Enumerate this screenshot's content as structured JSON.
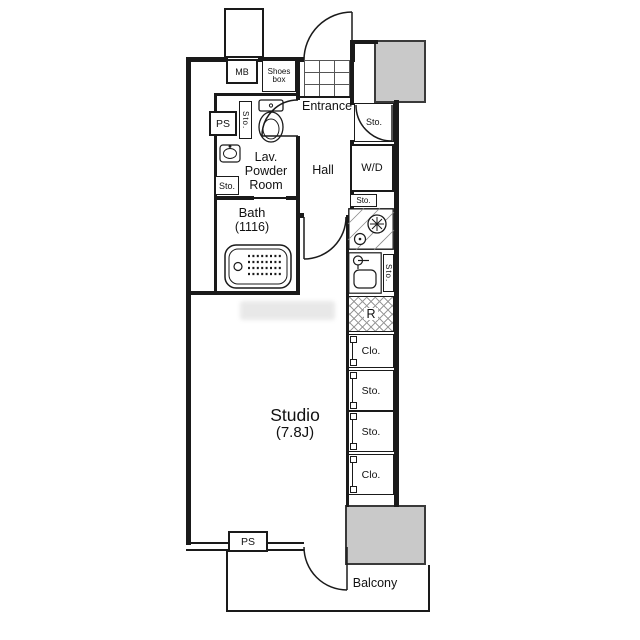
{
  "colors": {
    "wall": "#1a1a1a",
    "shaded_area": "#c9c9c9",
    "background": "#ffffff"
  },
  "labels": {
    "mb": "MB",
    "ps": "PS",
    "sto": "Sto.",
    "clo": "Clo.",
    "shoes_line1": "Shoes",
    "shoes_line2": "box",
    "entrance": "Entrance",
    "hall": "Hall",
    "wd": "W/D",
    "lav_line1": "Lav.",
    "lav_line2": "Powder",
    "lav_line3": "Room",
    "bath_line1": "Bath",
    "bath_line2": "(1116)",
    "refrigerator": "R",
    "studio_line1": "Studio",
    "studio_line2": "(7.8J)",
    "balcony": "Balcony"
  }
}
